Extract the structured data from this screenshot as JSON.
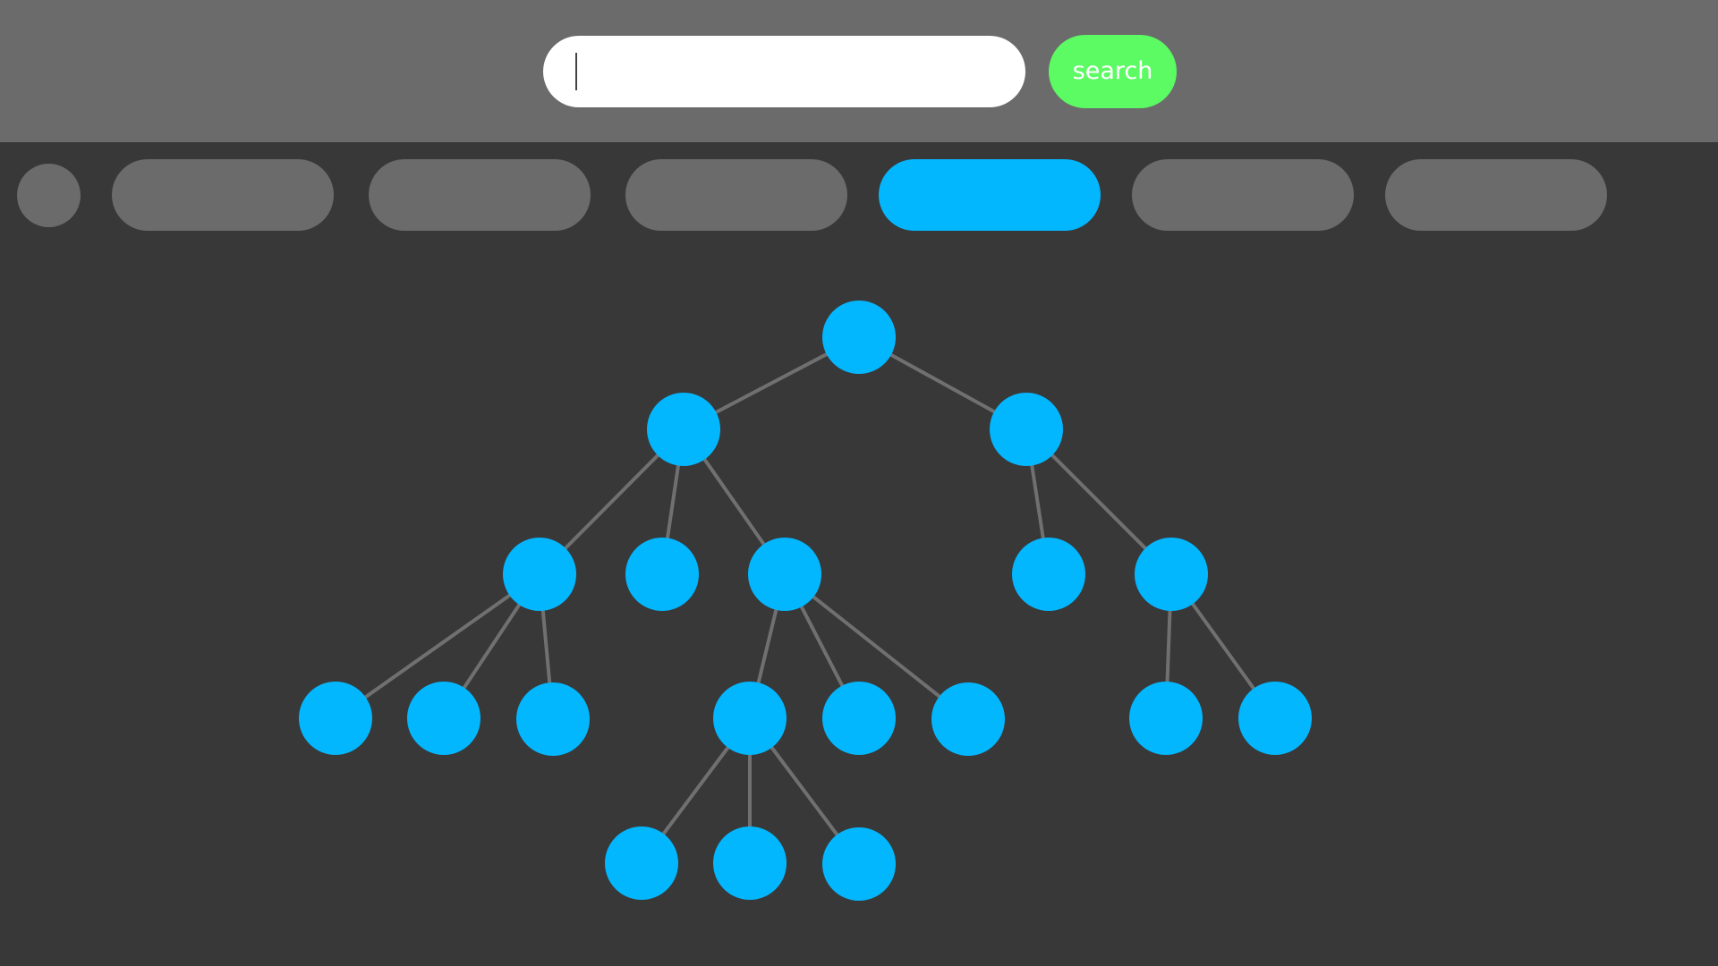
{
  "search": {
    "value": "",
    "placeholder": "",
    "button_label": "search"
  },
  "colors": {
    "header_bg": "#6b6b6b",
    "page_bg": "#383838",
    "accent": "#03b7ff",
    "search_button": "#5cfb64",
    "edge": "#707070"
  },
  "tabs": {
    "count": 6,
    "active_index": 3
  },
  "tree": {
    "root": {
      "children": [
        {
          "children": [
            {
              "children": [
                {},
                {},
                {}
              ]
            },
            {},
            {
              "children": [
                {
                  "children": [
                    {},
                    {},
                    {}
                  ]
                },
                {},
                {}
              ]
            }
          ]
        },
        {
          "children": [
            {},
            {
              "children": [
                {},
                {}
              ]
            }
          ]
        }
      ]
    }
  }
}
